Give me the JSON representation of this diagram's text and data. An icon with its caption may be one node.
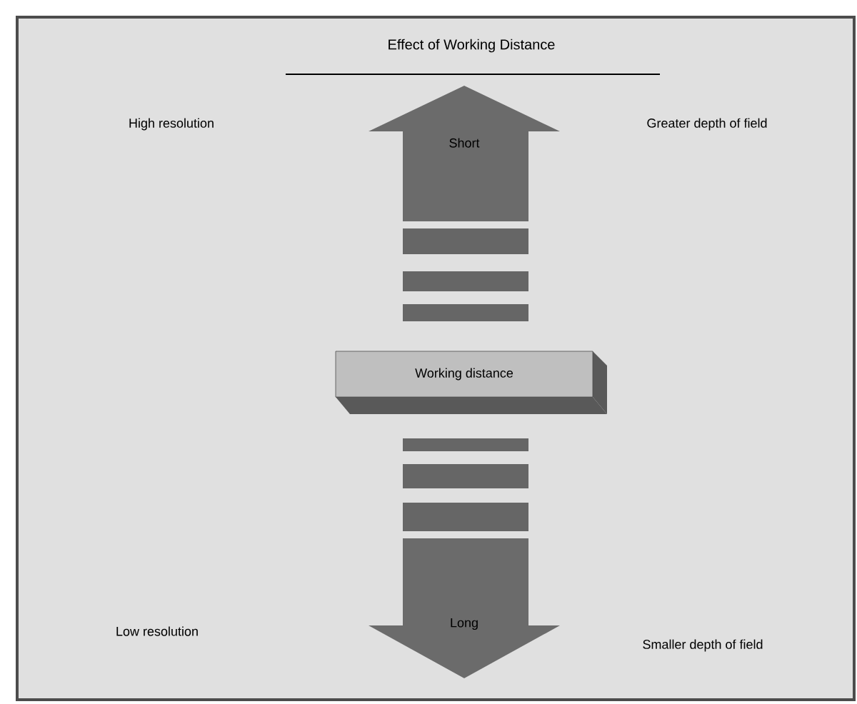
{
  "diagram": {
    "title": "Effect of Working Distance",
    "nodes": [
      {
        "text": [
          "Short"
        ]
      },
      {
        "text": [
          "Working distance"
        ]
      },
      {
        "text": [
          "Long"
        ]
      }
    ],
    "labels": [
      "High resolution",
      "Greater depth of field",
      "Low resolution",
      "Smaller depth of field"
    ]
  }
}
